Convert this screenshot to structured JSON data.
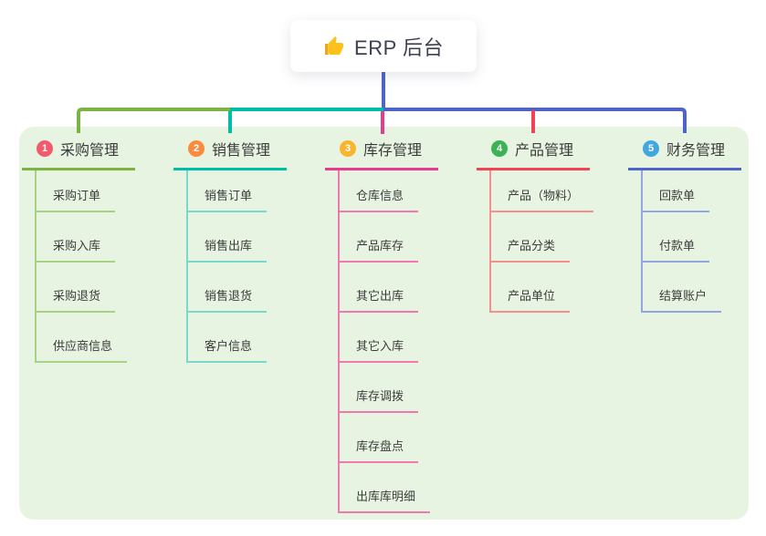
{
  "root": {
    "title": "ERP 后台",
    "icon": "thumbs-up-icon",
    "icon_color": "#FCC21B",
    "bg": "#ffffff"
  },
  "canvas": {
    "bg": "#E8F4E2"
  },
  "connector_colors": {
    "trunk": "#4F63C8",
    "branch1": "#7CB342",
    "branch2": "#00BDA5",
    "branch3": "#E63C90",
    "branch4": "#EF4456",
    "branch5": "#4F63C8"
  },
  "branches": [
    {
      "num": "1",
      "title": "采购管理",
      "color": "#7CB342",
      "tint": "#A8D283",
      "num_bg": "#F15B6C",
      "children": [
        "采购订单",
        "采购入库",
        "采购退货",
        "供应商信息"
      ]
    },
    {
      "num": "2",
      "title": "销售管理",
      "color": "#00BDA5",
      "tint": "#79D8CB",
      "num_bg": "#FA8C40",
      "children": [
        "销售订单",
        "销售出库",
        "销售退货",
        "客户信息"
      ]
    },
    {
      "num": "3",
      "title": "库存管理",
      "color": "#E63C90",
      "tint": "#F278B1",
      "num_bg": "#F8B52D",
      "children": [
        "仓库信息",
        "产品库存",
        "其它出库",
        "其它入库",
        "库存调拨",
        "库存盘点",
        "出库库明细"
      ]
    },
    {
      "num": "4",
      "title": "产品管理",
      "color": "#EF4456",
      "tint": "#F4908E",
      "num_bg": "#3BB355",
      "children": [
        "产品（物料）",
        "产品分类",
        "产品单位"
      ]
    },
    {
      "num": "5",
      "title": "财务管理",
      "color": "#4F63C8",
      "tint": "#93A6DF",
      "num_bg": "#41A7DF",
      "children": [
        "回款单",
        "付款单",
        "结算账户"
      ]
    }
  ]
}
